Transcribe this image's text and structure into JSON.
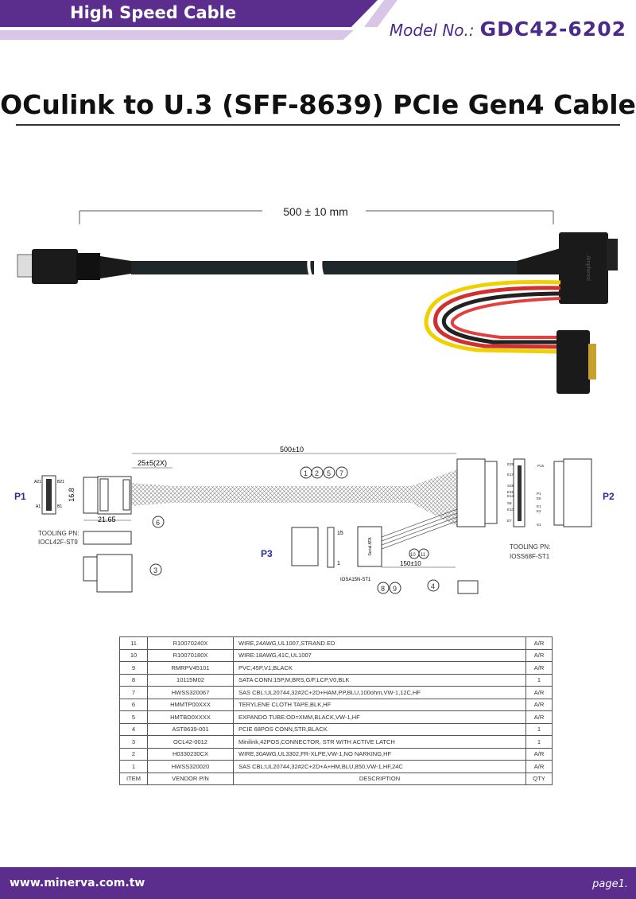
{
  "header": {
    "category": "High Speed Cable",
    "model_label": "Model No.:",
    "model_number": "GDC42-6202"
  },
  "title": "OCulink to U.3 (SFF-8639) PCIe Gen4 Cable",
  "photo": {
    "length_label": "500 ± 10 mm",
    "brand_marking": "Amphenol"
  },
  "drawing": {
    "p1": "P1",
    "p2": "P2",
    "p3": "P3",
    "total_length": "500±10",
    "sleeve_length": "25±5(2X)",
    "height_dim": "16.8",
    "width_dim": "21.65",
    "branch_length": "150±10",
    "tooling_label": "TOOLING PN:",
    "tooling_p1": "IOCL42F-ST9",
    "tooling_p2": "IOSS68F-ST1",
    "tooling_p3": "IOSA15N-ST1",
    "pins_p1": [
      "A21",
      "B21",
      "A1",
      "B1"
    ],
    "pins_p3": [
      "15",
      "1"
    ],
    "pins_p2": [
      "E25",
      "P15",
      "E17",
      "S28",
      "E15",
      "E14",
      "P1",
      "E6",
      "S8",
      "E1",
      "E10",
      "E2",
      "E7",
      "S1"
    ],
    "sata_marking": "Serial ATA",
    "callouts": [
      "1",
      "2",
      "5",
      "7",
      "6",
      "3",
      "4",
      "8",
      "9",
      "10",
      "11"
    ]
  },
  "bom": {
    "headers": [
      "ITEM",
      "VENDOR P/N",
      "DESCRIPTION",
      "QTY"
    ],
    "rows": [
      [
        "11",
        "R10070240X",
        "WIRE,24AWG,UL1007,STRAND ED",
        "A/R"
      ],
      [
        "10",
        "R10070180X",
        "WIRE:18AWG,41C,UL1007",
        "A/R"
      ],
      [
        "9",
        "RMRPV45101",
        "PVC,45P,V1,BLACK",
        "A/R"
      ],
      [
        "8",
        "10115M02",
        "SATA CONN:15P,M,BRS,G/F,LCP,V0,BLK",
        "1"
      ],
      [
        "7",
        "HWSS320067",
        "SAS CBL:UL20744,32#2C+2D+HAM,PP,BLU,100ohm,VW-1,12C,HF",
        "A/R"
      ],
      [
        "6",
        "HMMTP00XXX",
        "TERYLENE CLOTH TAPE,BLK,HF",
        "A/R"
      ],
      [
        "5",
        "HMTBD0XXXX",
        "EXPANDO TUBE:OD=XMM,BLACK,VW-1,HF",
        "A/R"
      ],
      [
        "4",
        "AST8639-001",
        "PCIE 68POS CONN,STR,BLACK",
        "1"
      ],
      [
        "3",
        "OCL42-0012",
        "Minilink,42POS,CONNECTOR, STR WITH ACTIVE LATCH",
        "1"
      ],
      [
        "2",
        "H0330230CX",
        "WIRE,30AWG,UL3302,FR-XLPE,VW-1,NO NARKING,HF",
        "A/R"
      ],
      [
        "1",
        "HWSS320020",
        "SAS CBL:UL20744,32#2C+2D+A+HM,BLU,850,VW-1,HF,24C",
        "A/R"
      ]
    ]
  },
  "footer": {
    "website": "www.minerva.com.tw",
    "page": "page1."
  }
}
